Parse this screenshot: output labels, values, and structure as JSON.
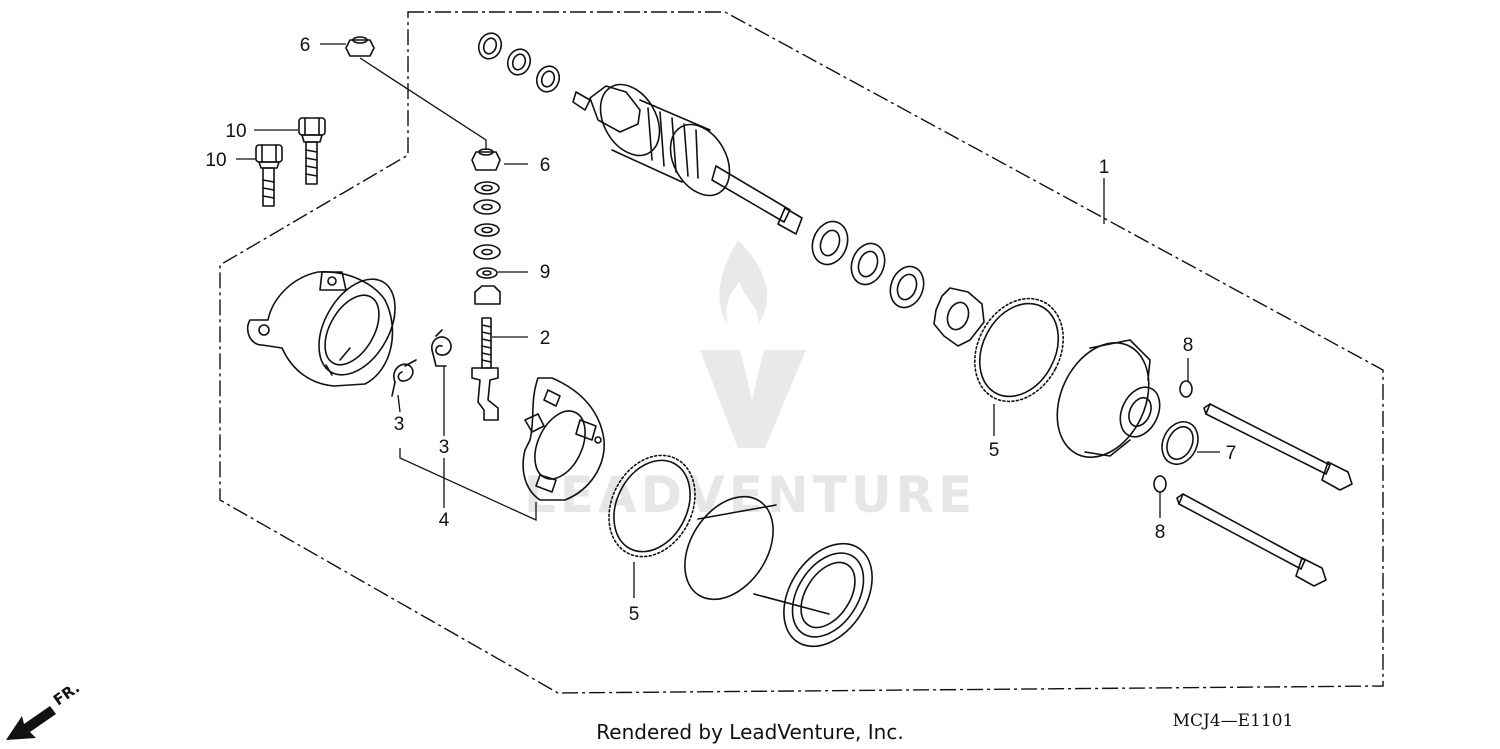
{
  "callouts": [
    {
      "label": "1"
    },
    {
      "label": "2"
    },
    {
      "label": "3"
    },
    {
      "label": "3"
    },
    {
      "label": "4"
    },
    {
      "label": "5"
    },
    {
      "label": "5"
    },
    {
      "label": "6"
    },
    {
      "label": "6"
    },
    {
      "label": "7"
    },
    {
      "label": "8"
    },
    {
      "label": "8"
    },
    {
      "label": "9"
    },
    {
      "label": "10"
    },
    {
      "label": "10"
    }
  ],
  "footer": {
    "credit": "Rendered by LeadVenture, Inc.",
    "diagram_code": "MCJ4—E1101"
  },
  "watermark": {
    "text": "LEADVENTURE",
    "color": "#e6e6e6"
  },
  "direction_indicator": {
    "label": "FR."
  },
  "colors": {
    "line": "#111111",
    "background": "#ffffff"
  }
}
